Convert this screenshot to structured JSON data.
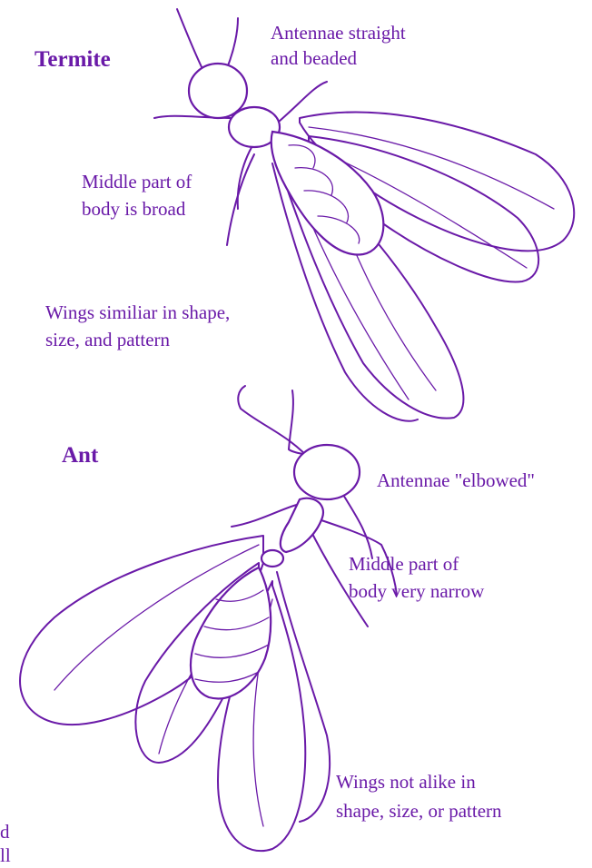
{
  "termite": {
    "title": "Termite",
    "label_antennae": [
      "Antennae straight",
      "and beaded"
    ],
    "label_middle": [
      "Middle part of",
      "body is broad"
    ],
    "label_wings": [
      "Wings similiar in shape,",
      "size, and pattern"
    ]
  },
  "ant": {
    "title": "Ant",
    "label_antennae": "Antennae \"elbowed\"",
    "label_middle": [
      "Middle part of",
      "body very narrow"
    ],
    "label_wings": [
      "Wings not alike in",
      "shape, size, or pattern"
    ]
  },
  "cutoff": {
    "line1": "d",
    "line2": "ll"
  },
  "colors": {
    "ink": "#6a1aa8"
  }
}
